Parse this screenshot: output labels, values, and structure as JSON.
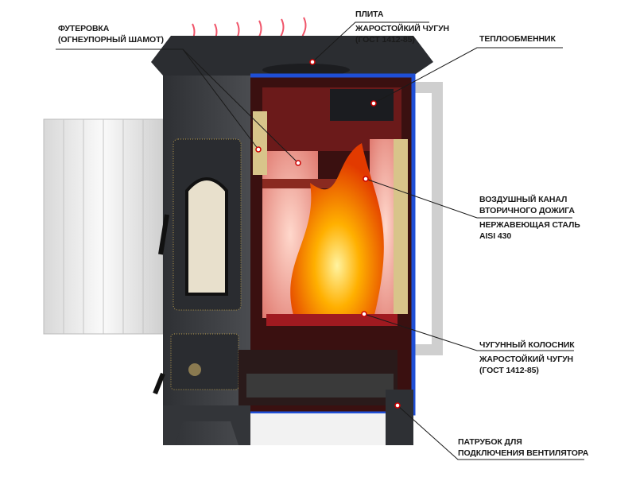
{
  "labels": {
    "lining": {
      "title": "ФУТЕРОВКА",
      "detail": "(ОГНЕУПОРНЫЙ ШАМОТ)"
    },
    "plate": {
      "title": "ПЛИТА",
      "detail1": "ЖАРОСТОЙКИЙ ЧУГУН",
      "detail2": "(ГОСТ 1412-85)"
    },
    "heat_exchanger": {
      "title": "ТЕПЛООБМЕННИК"
    },
    "air_channel": {
      "title1": "ВОЗДУШНЫЙ КАНАЛ",
      "title2": "ВТОРИЧНОГО ДОЖИГА",
      "detail1": "НЕРЖАВЕЮЩАЯ СТАЛЬ",
      "detail2": "AISI 430"
    },
    "grate": {
      "title": "ЧУГУННЫЙ КОЛОСНИК",
      "detail1": "ЖАРОСТОЙКИЙ ЧУГУН",
      "detail2": "(ГОСТ 1412-85)"
    },
    "fan_pipe": {
      "title1": "ПАТРУБОК ДЛЯ",
      "title2": "ПОДКЛЮЧЕНИЯ ВЕНТИЛЯТОРА"
    }
  },
  "colors": {
    "body": "#3a3c40",
    "cutaway_edge": "#1f4fd6",
    "firebrick": "#f0b0a0",
    "flame": "#ff8a00",
    "heat_arrows": "#f0556a"
  }
}
